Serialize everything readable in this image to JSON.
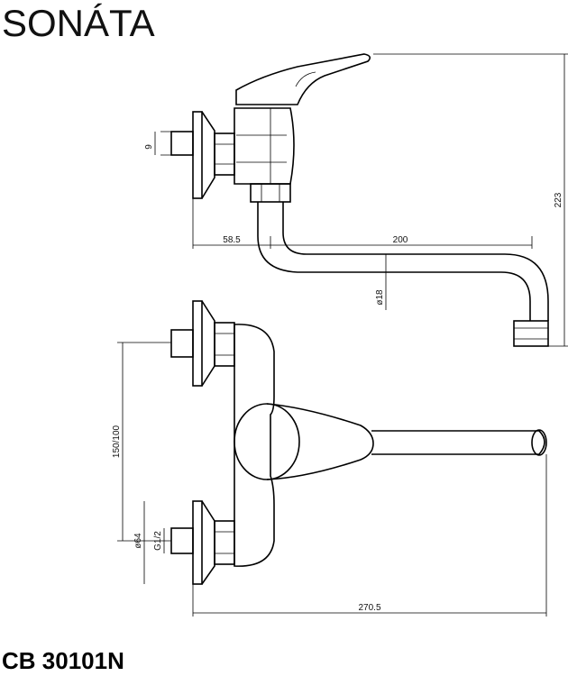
{
  "header": {
    "title": "SONÁTA"
  },
  "footer": {
    "model_code": "CB 30101N"
  },
  "dimensions": {
    "thread_9": "9",
    "height_223": "223",
    "offset_58_5": "58.5",
    "spout_200": "200",
    "pipe_d18": "ø18",
    "spacing_150_100": "150/100",
    "rosette_d64": "ø64",
    "thread_g12": "G1/2",
    "total_270_5": "270.5"
  }
}
